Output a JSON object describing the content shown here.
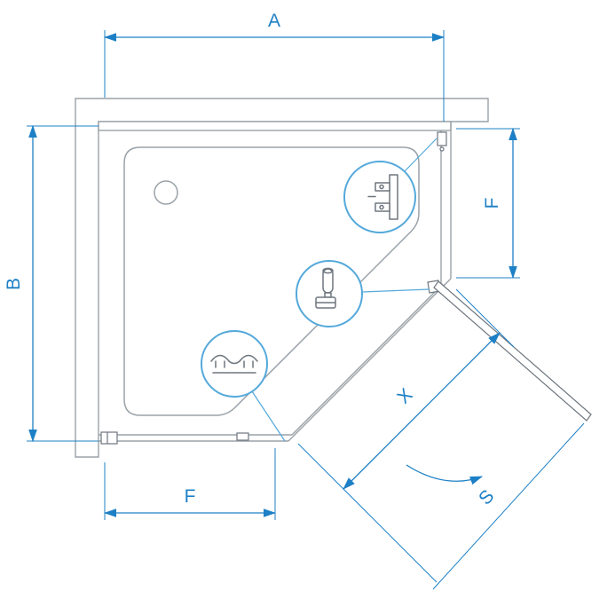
{
  "colors": {
    "dimension_blue": "#1d80c6",
    "callout_blue": "#54a9db",
    "line_gray": "#9aa2a8",
    "dark_gray": "#6e767e"
  },
  "labels": {
    "width_top": "A",
    "depth_left": "B",
    "panel_right": "F",
    "panel_bottom": "F",
    "door_diagonal": "X",
    "swing": "S"
  },
  "callouts": [
    {
      "icon": "hinge-icon"
    },
    {
      "icon": "handle-icon"
    },
    {
      "icon": "bottom-seal-icon"
    }
  ]
}
